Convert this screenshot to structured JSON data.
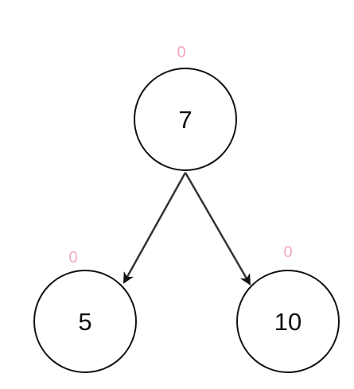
{
  "colors": {
    "stroke": "#111111",
    "edge": "#333333",
    "balance": "#f4a7c8"
  },
  "tree": {
    "nodes": [
      {
        "id": "root",
        "value": "7",
        "balance": "0"
      },
      {
        "id": "left",
        "value": "5",
        "balance": "0"
      },
      {
        "id": "right",
        "value": "10",
        "balance": "0"
      }
    ],
    "edges": [
      {
        "from": "root",
        "to": "left"
      },
      {
        "from": "root",
        "to": "right"
      }
    ]
  }
}
